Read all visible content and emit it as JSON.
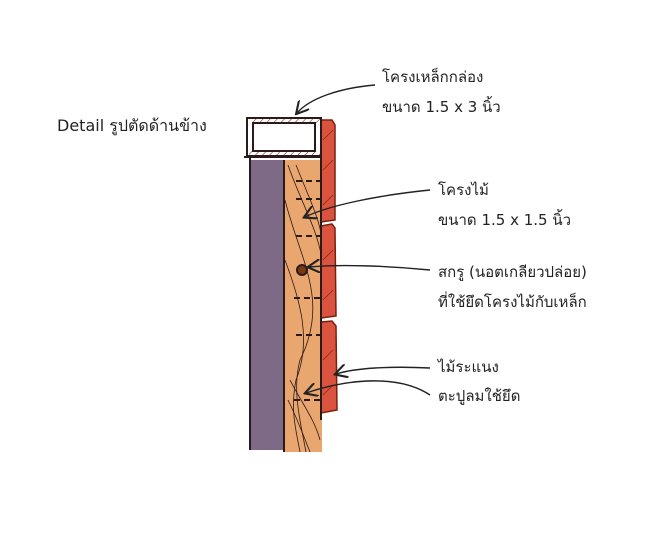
{
  "title": "Detail รูปตัดด้านข้าง",
  "labels": {
    "steel_frame": {
      "name": "โครงเหล็กกล่อง",
      "size": "ขนาด 1.5 x 3 นิ้ว"
    },
    "wood_frame": {
      "name": "โครงไม้",
      "size": "ขนาด 1.5 x 1.5 นิ้ว"
    },
    "screw": {
      "name": "สกรู (นอตเกลียวปล่อย)",
      "desc": "ที่ใช้ยึดโครงไม้กับเหล็ก"
    },
    "batten": {
      "name": "ไม้ระแนง"
    },
    "nail": {
      "name": "ตะปูลมใช้ยึด"
    }
  },
  "colors": {
    "wall": "#7e6a86",
    "wood": "#e9a66e",
    "batten": "#d9533e",
    "ink": "#2a1a1a"
  }
}
